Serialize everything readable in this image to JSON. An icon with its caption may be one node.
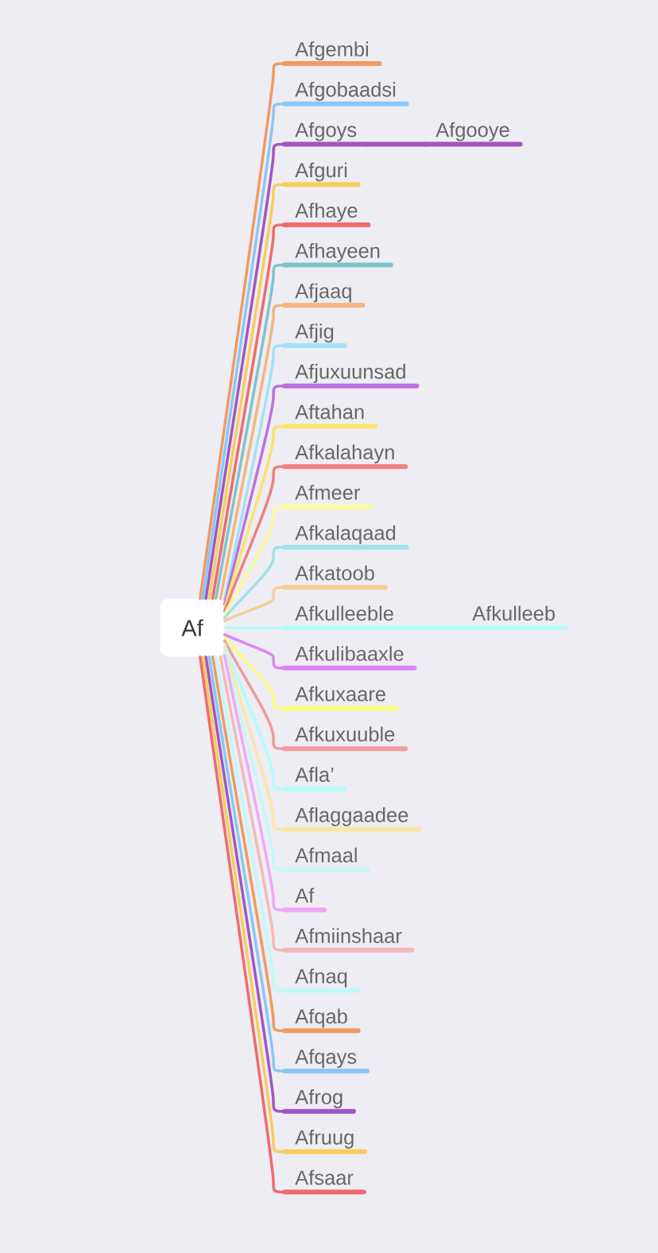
{
  "diagram": {
    "nodes": [
      {
        "text": [
          "Af"
        ]
      },
      {
        "text": [
          "Afgembi"
        ]
      },
      {
        "text": [
          "Afgobaadsi"
        ]
      },
      {
        "text": [
          "Afgoys"
        ]
      },
      {
        "text": [
          "Afgooye"
        ]
      },
      {
        "text": [
          "Afguri"
        ]
      },
      {
        "text": [
          "Afhaye"
        ]
      },
      {
        "text": [
          "Afhayeen"
        ]
      },
      {
        "text": [
          "Afjaaq"
        ]
      },
      {
        "text": [
          "Afjig"
        ]
      },
      {
        "text": [
          "Afjuxuunsad"
        ]
      },
      {
        "text": [
          "Aftahan"
        ]
      },
      {
        "text": [
          "Afkalahayn"
        ]
      },
      {
        "text": [
          "Afmeer"
        ]
      },
      {
        "text": [
          "Afkalaqaad"
        ]
      },
      {
        "text": [
          "Afkatoob"
        ]
      },
      {
        "text": [
          "Afkulleeble"
        ]
      },
      {
        "text": [
          "Afkulleeb"
        ]
      },
      {
        "text": [
          "Afkulibaaxle"
        ]
      },
      {
        "text": [
          "Afkuxaare"
        ]
      },
      {
        "text": [
          "Afkuxuuble"
        ]
      },
      {
        "text": [
          "Afla’"
        ]
      },
      {
        "text": [
          "Aflaggaadee"
        ]
      },
      {
        "text": [
          "Afmaal"
        ]
      },
      {
        "text": [
          "Af"
        ]
      },
      {
        "text": [
          "Afmiinshaar"
        ]
      },
      {
        "text": [
          "Afnaq"
        ]
      },
      {
        "text": [
          "Afqab"
        ]
      },
      {
        "text": [
          "Afqays"
        ]
      },
      {
        "text": [
          "Afrog"
        ]
      },
      {
        "text": [
          "Afruug"
        ]
      },
      {
        "text": [
          "Afsaar"
        ]
      }
    ],
    "edges": [
      {
        "from": 0,
        "to": 1,
        "arrow": "none",
        "color": "#f09a62"
      },
      {
        "from": 0,
        "to": 2,
        "arrow": "none",
        "color": "#8ac6f7"
      },
      {
        "from": 0,
        "to": 3,
        "arrow": "none",
        "color": "#a155c1"
      },
      {
        "from": 3,
        "to": 4,
        "arrow": "none",
        "color": "#a155c1"
      },
      {
        "from": 0,
        "to": 5,
        "arrow": "none",
        "color": "#f6cd5c"
      },
      {
        "from": 0,
        "to": 6,
        "arrow": "none",
        "color": "#ee6b6e"
      },
      {
        "from": 0,
        "to": 7,
        "arrow": "none",
        "color": "#7fc4c9"
      },
      {
        "from": 0,
        "to": 8,
        "arrow": "none",
        "color": "#f4b57e"
      },
      {
        "from": 0,
        "to": 9,
        "arrow": "none",
        "color": "#a3e0f7"
      },
      {
        "from": 0,
        "to": 10,
        "arrow": "none",
        "color": "#bd6fde"
      },
      {
        "from": 0,
        "to": 11,
        "arrow": "none",
        "color": "#f9e56f"
      },
      {
        "from": 0,
        "to": 12,
        "arrow": "none",
        "color": "#ef8080"
      },
      {
        "from": 0,
        "to": 13,
        "arrow": "none",
        "color": "#fdfa9d"
      },
      {
        "from": 0,
        "to": 14,
        "arrow": "none",
        "color": "#9ee2e6"
      },
      {
        "from": 0,
        "to": 15,
        "arrow": "none",
        "color": "#f6cd97"
      },
      {
        "from": 0,
        "to": 16,
        "arrow": "none",
        "color": "#b7fbfa"
      },
      {
        "from": 16,
        "to": 17,
        "arrow": "none",
        "color": "#b7fbfa"
      },
      {
        "from": 0,
        "to": 18,
        "arrow": "none",
        "color": "#da86f5"
      },
      {
        "from": 0,
        "to": 19,
        "arrow": "none",
        "color": "#fdfd7f"
      },
      {
        "from": 0,
        "to": 20,
        "arrow": "none",
        "color": "#f09c9c"
      },
      {
        "from": 0,
        "to": 21,
        "arrow": "none",
        "color": "#b3fcfc"
      },
      {
        "from": 0,
        "to": 22,
        "arrow": "none",
        "color": "#fbe6a8"
      },
      {
        "from": 0,
        "to": 23,
        "arrow": "none",
        "color": "#c6f7f9"
      },
      {
        "from": 0,
        "to": 24,
        "arrow": "none",
        "color": "#f0a8f5"
      },
      {
        "from": 0,
        "to": 25,
        "arrow": "none",
        "color": "#f4b8b8"
      },
      {
        "from": 0,
        "to": 26,
        "arrow": "none",
        "color": "#bff9fa"
      },
      {
        "from": 0,
        "to": 27,
        "arrow": "none",
        "color": "#f09a62"
      },
      {
        "from": 0,
        "to": 28,
        "arrow": "none",
        "color": "#8ac6f7"
      },
      {
        "from": 0,
        "to": 29,
        "arrow": "none",
        "color": "#a155c1"
      },
      {
        "from": 0,
        "to": 30,
        "arrow": "none",
        "color": "#f6cd5c"
      },
      {
        "from": 0,
        "to": 31,
        "arrow": "none",
        "color": "#ee6b6e"
      }
    ]
  }
}
